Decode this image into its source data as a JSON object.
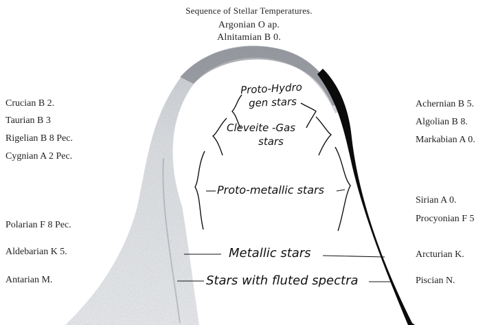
{
  "title": "Sequence of Stellar Temperatures.",
  "top_labels": [
    "Argonian O ap.",
    "Alnitamian B 0."
  ],
  "left_labels": [
    "Crucian B 2.",
    "Taurian B 3",
    "Rigelian B 8 Pec.",
    "Cygnian A 2 Pec.",
    "Polarian F 8 Pec.",
    "Aldebarian K 5.",
    "Antarian M."
  ],
  "right_labels": [
    "Achernian B 5.",
    "Algolian B 8.",
    "Markabian A 0.",
    "Sirian A 0.",
    "Procyonian F 5",
    "Arcturian K.",
    "Piscian N."
  ],
  "arch_labels": {
    "proto_hydrogen_line1": "Proto-Hydro",
    "proto_hydrogen_line2": "gen stars",
    "cleveite_line1": "Cleveite -Gas",
    "cleveite_line2": "stars",
    "proto_metallic": "Proto-metallic stars",
    "metallic": "Metallic stars",
    "fluted": "Stars with fluted spectra"
  },
  "colors": {
    "ink": "#111111",
    "left_limb": "#c9ccd1",
    "crest": "#8b8e93",
    "right_limb": "#0b0b0b"
  }
}
